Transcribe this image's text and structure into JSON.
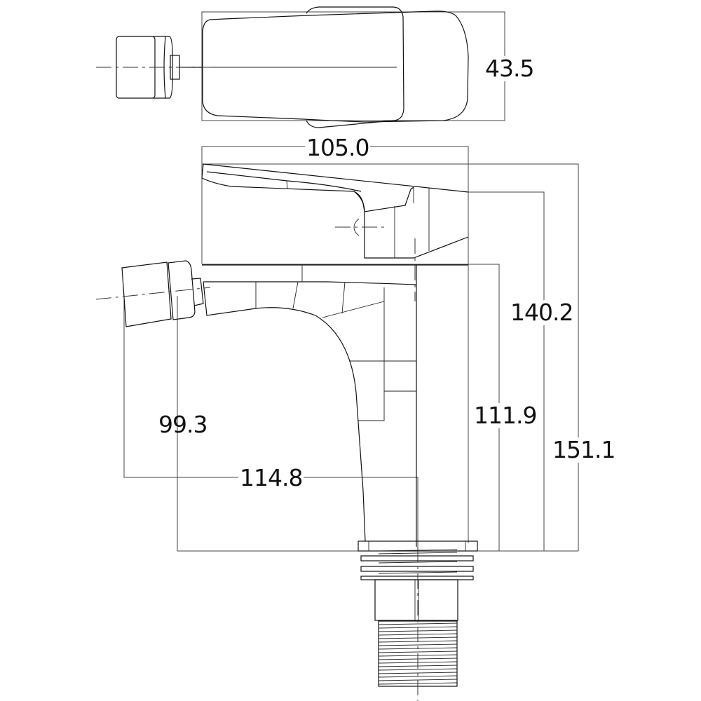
{
  "drawing": {
    "title": "Bidet mixer tap technical drawing",
    "views": [
      "top-view",
      "side-view"
    ],
    "units": "mm",
    "line_color": "#111111",
    "background": "#ffffff"
  },
  "dimensions": {
    "top_width": "43.5",
    "body_length": "105.0",
    "overall_height": "140.2",
    "spout_height": "111.9",
    "total_height": "151.1",
    "bidet_nozzle_height": "99.3",
    "nozzle_reach": "114.8"
  }
}
